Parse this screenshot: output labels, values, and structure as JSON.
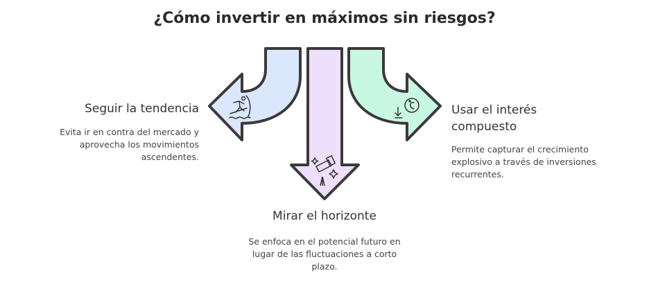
{
  "title": "¿Cómo invertir en máximos sin riesgos?",
  "items": [
    {
      "heading": "Seguir la tendencia",
      "text": "Evita ir en contra del mercado y aprovecha los movimientos ascendentes.",
      "icon": "surfer-icon",
      "color": "#dbe7fd"
    },
    {
      "heading": "Mirar el horizonte",
      "text": "Se enfoca en el potencial futuro en lugar de las fluctuaciones a corto plazo.",
      "icon": "telescope-icon",
      "color": "#eedffc"
    },
    {
      "heading": "Usar el interés compuesto",
      "text": "Permite capturar el crecimiento explosivo a través de inversiones recurrentes.",
      "icon": "compound-interest-icon",
      "color": "#c9f8e2"
    }
  ]
}
